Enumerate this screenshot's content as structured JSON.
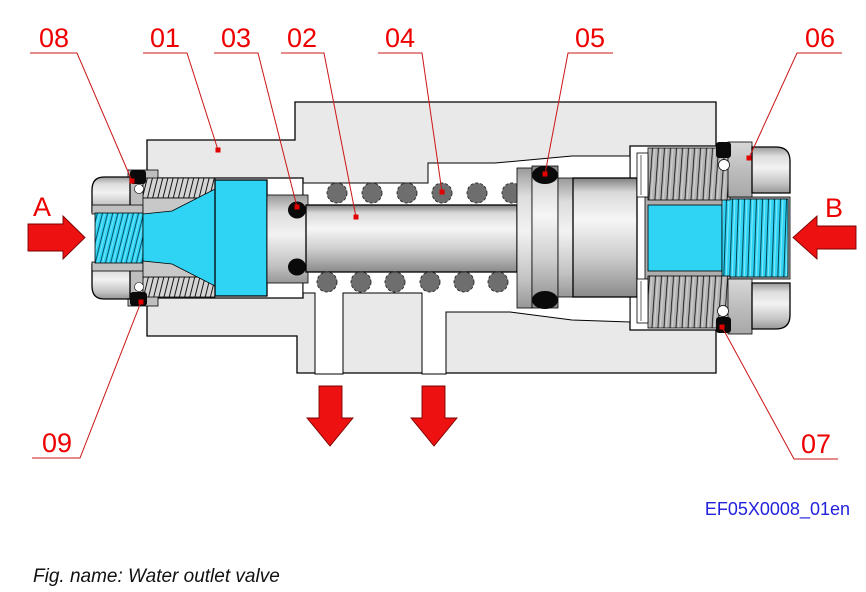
{
  "figure": {
    "type": "technical cross-section diagram",
    "caption": "Fig. name: Water outlet valve",
    "drawing_code": "EF05X0008_01en",
    "subject": "Water outlet valve"
  },
  "ports": {
    "a_label": "A",
    "b_label": "B"
  },
  "callouts": {
    "c08": "08",
    "c01": "01",
    "c03": "03",
    "c02": "02",
    "c04": "04",
    "c05": "05",
    "c06": "06",
    "c09": "09",
    "c07": "07"
  },
  "icons": {
    "inlet_a_arrow": "flow-arrow-right",
    "inlet_b_arrow": "flow-arrow-left",
    "outlet_arrow_1": "flow-arrow-down",
    "outlet_arrow_2": "flow-arrow-down"
  },
  "colors": {
    "annotation_red": "#ee0000",
    "leader_red": "#cc1515",
    "arrow_red": "#ed1111",
    "water_cyan": "#2fd4f4",
    "body_gray": "#e9e9e9",
    "spring_gray": "#6e6e6e",
    "code_blue": "#2222dd"
  }
}
